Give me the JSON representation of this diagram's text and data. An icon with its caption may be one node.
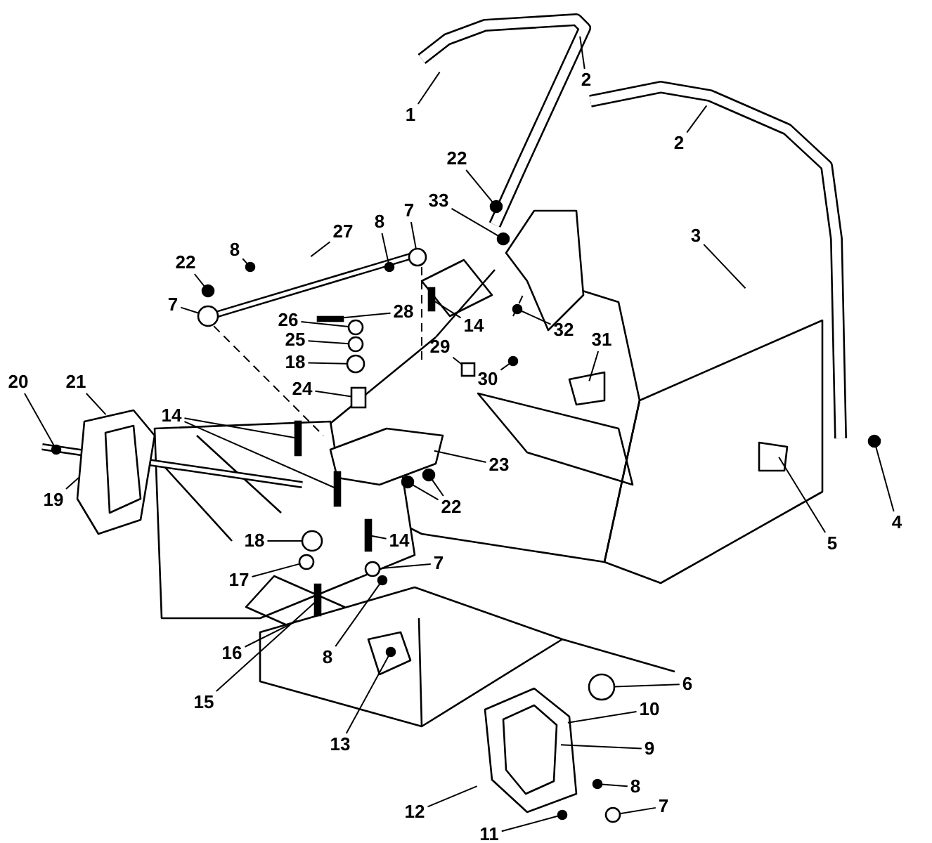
{
  "diagram": {
    "nodes": [
      {
        "text": [
          "1"
        ]
      },
      {
        "text": [
          "2"
        ]
      },
      {
        "text": [
          "2"
        ]
      },
      {
        "text": [
          "22"
        ]
      },
      {
        "text": [
          "33"
        ]
      },
      {
        "text": [
          "3"
        ]
      },
      {
        "text": [
          "27"
        ]
      },
      {
        "text": [
          "8"
        ]
      },
      {
        "text": [
          "7"
        ]
      },
      {
        "text": [
          "22"
        ]
      },
      {
        "text": [
          "8"
        ]
      },
      {
        "text": [
          "7"
        ]
      },
      {
        "text": [
          "28"
        ]
      },
      {
        "text": [
          "26"
        ]
      },
      {
        "text": [
          "14"
        ]
      },
      {
        "text": [
          "32"
        ]
      },
      {
        "text": [
          "25"
        ]
      },
      {
        "text": [
          "18"
        ]
      },
      {
        "text": [
          "29"
        ]
      },
      {
        "text": [
          "31"
        ]
      },
      {
        "text": [
          "24"
        ]
      },
      {
        "text": [
          "30"
        ]
      },
      {
        "text": [
          "20"
        ]
      },
      {
        "text": [
          "21"
        ]
      },
      {
        "text": [
          "14"
        ]
      },
      {
        "text": [
          "23"
        ]
      },
      {
        "text": [
          "5"
        ]
      },
      {
        "text": [
          "4"
        ]
      },
      {
        "text": [
          "22"
        ]
      },
      {
        "text": [
          "19"
        ]
      },
      {
        "text": [
          "14"
        ]
      },
      {
        "text": [
          "18"
        ]
      },
      {
        "text": [
          "7"
        ]
      },
      {
        "text": [
          "17"
        ]
      },
      {
        "text": [
          "8"
        ]
      },
      {
        "text": [
          "16"
        ]
      },
      {
        "text": [
          "6"
        ]
      },
      {
        "text": [
          "15"
        ]
      },
      {
        "text": [
          "13"
        ]
      },
      {
        "text": [
          "10"
        ]
      },
      {
        "text": [
          "9"
        ]
      },
      {
        "text": [
          "8"
        ]
      },
      {
        "text": [
          "12"
        ]
      },
      {
        "text": [
          "7"
        ]
      },
      {
        "text": [
          "11"
        ]
      },
      {
        "text": [],
        "shape": "circle"
      },
      {
        "text": [],
        "shape": "circle"
      },
      {
        "text": [],
        "shape": "circle"
      },
      {
        "text": [],
        "shape": "circle"
      },
      {
        "text": [],
        "shape": "circle"
      },
      {
        "text": [],
        "shape": "circle"
      },
      {
        "text": [],
        "shape": "circle"
      },
      {
        "text": [],
        "shape": "bar"
      },
      {
        "text": [],
        "shape": "circle"
      },
      {
        "text": [],
        "shape": "bar"
      },
      {
        "text": [],
        "shape": "circle"
      },
      {
        "text": [],
        "shape": "circle"
      },
      {
        "text": [],
        "shape": "circle"
      },
      {
        "text": [],
        "shape": "box"
      },
      {
        "text": [],
        "shape": "box"
      },
      {
        "text": [],
        "shape": "circle"
      },
      {
        "text": [],
        "shape": "circle"
      },
      {
        "text": [],
        "shape": "bar"
      },
      {
        "text": [],
        "shape": "bar"
      },
      {
        "text": [],
        "shape": "circle"
      },
      {
        "text": [],
        "shape": "circle"
      },
      {
        "text": [],
        "shape": "circle"
      },
      {
        "text": [],
        "shape": "bar"
      },
      {
        "text": [],
        "shape": "circle"
      },
      {
        "text": [],
        "shape": "circle"
      },
      {
        "text": [],
        "shape": "circle"
      },
      {
        "text": [],
        "shape": "circle"
      },
      {
        "text": [],
        "shape": "circle"
      },
      {
        "text": [],
        "shape": "bar"
      },
      {
        "text": [],
        "shape": "circle"
      },
      {
        "text": [],
        "shape": "circle"
      },
      {
        "text": [],
        "shape": "circle"
      },
      {
        "text": [],
        "shape": "circle"
      }
    ],
    "edges": [
      {
        "from": 0,
        "to": null,
        "arrow": "none"
      },
      {
        "from": 1,
        "to": null,
        "arrow": "none"
      },
      {
        "from": 2,
        "to": null,
        "arrow": "none"
      },
      {
        "from": 3,
        "to": 45,
        "arrow": "none"
      },
      {
        "from": 4,
        "to": 46,
        "arrow": "none"
      },
      {
        "from": 5,
        "to": null,
        "arrow": "none"
      },
      {
        "from": 6,
        "to": null,
        "arrow": "none"
      },
      {
        "from": 7,
        "to": 47,
        "arrow": "none"
      },
      {
        "from": 8,
        "to": 48,
        "arrow": "none"
      },
      {
        "from": 9,
        "to": 49,
        "arrow": "none"
      },
      {
        "from": 10,
        "to": 50,
        "arrow": "none"
      },
      {
        "from": 11,
        "to": 51,
        "arrow": "none"
      },
      {
        "from": 12,
        "to": 52,
        "arrow": "none"
      },
      {
        "from": 13,
        "to": 53,
        "arrow": "none"
      },
      {
        "from": 14,
        "to": 54,
        "arrow": "none"
      },
      {
        "from": 15,
        "to": 55,
        "arrow": "none"
      },
      {
        "from": 16,
        "to": 56,
        "arrow": "none"
      },
      {
        "from": 17,
        "to": 57,
        "arrow": "none"
      },
      {
        "from": 18,
        "to": 58,
        "arrow": "none"
      },
      {
        "from": 19,
        "to": null,
        "arrow": "none"
      },
      {
        "from": 20,
        "to": 59,
        "arrow": "none"
      },
      {
        "from": 21,
        "to": 60,
        "arrow": "none"
      },
      {
        "from": 22,
        "to": 61,
        "arrow": "none"
      },
      {
        "from": 23,
        "to": null,
        "arrow": "none"
      },
      {
        "from": 24,
        "to": 62,
        "arrow": "none"
      },
      {
        "from": 24,
        "to": 63,
        "arrow": "none"
      },
      {
        "from": 25,
        "to": null,
        "arrow": "none"
      },
      {
        "from": 26,
        "to": null,
        "arrow": "none"
      },
      {
        "from": 27,
        "to": 64,
        "arrow": "none"
      },
      {
        "from": 28,
        "to": 65,
        "arrow": "none"
      },
      {
        "from": 28,
        "to": 66,
        "arrow": "none"
      },
      {
        "from": 29,
        "to": null,
        "arrow": "none"
      },
      {
        "from": 30,
        "to": 67,
        "arrow": "none"
      },
      {
        "from": 31,
        "to": 68,
        "arrow": "none"
      },
      {
        "from": 32,
        "to": 69,
        "arrow": "none"
      },
      {
        "from": 33,
        "to": 70,
        "arrow": "none"
      },
      {
        "from": 34,
        "to": 71,
        "arrow": "none"
      },
      {
        "from": 35,
        "to": null,
        "arrow": "none"
      },
      {
        "from": 36,
        "to": 72,
        "arrow": "none"
      },
      {
        "from": 37,
        "to": 73,
        "arrow": "none"
      },
      {
        "from": 38,
        "to": 77,
        "arrow": "none"
      },
      {
        "from": 39,
        "to": null,
        "arrow": "none"
      },
      {
        "from": 40,
        "to": null,
        "arrow": "none"
      },
      {
        "from": 41,
        "to": 74,
        "arrow": "none"
      },
      {
        "from": 42,
        "to": null,
        "arrow": "none"
      },
      {
        "from": 43,
        "to": 75,
        "arrow": "none"
      },
      {
        "from": 44,
        "to": 76,
        "arrow": "none"
      }
    ]
  }
}
